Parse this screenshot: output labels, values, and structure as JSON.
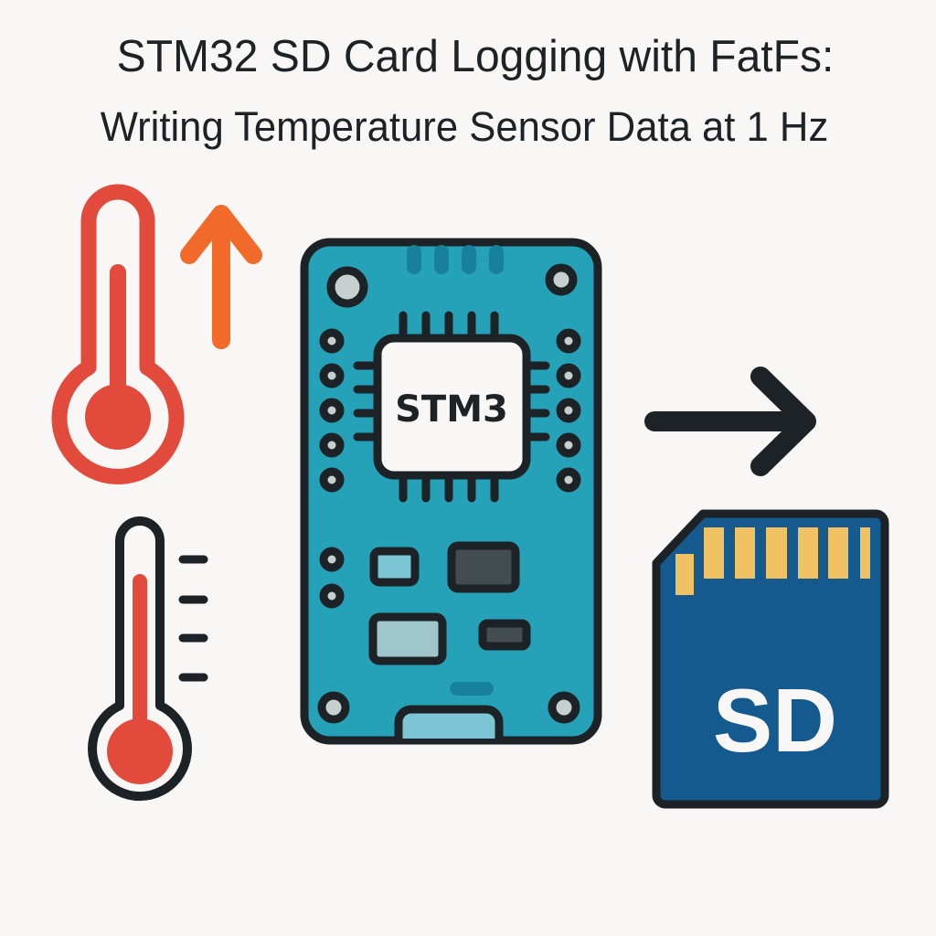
{
  "header": {
    "title_line1": "STM32 SD Card Logging with FatFs:",
    "title_line2": "Writing Temperature Sensor Data at 1 Hz"
  },
  "diagram": {
    "elements": [
      {
        "id": "thermometer-rising",
        "icon": "thermometer-icon",
        "color": "#e24b3b"
      },
      {
        "id": "temperature-up-arrow",
        "icon": "arrow-up-icon",
        "color": "#f26a2a"
      },
      {
        "id": "thermometer-scale",
        "icon": "thermometer-icon",
        "color": "#1c2226",
        "fill": "#e24b3b"
      },
      {
        "id": "stm32-board",
        "icon": "microcontroller-board-icon",
        "color": "#25a2b8"
      },
      {
        "id": "data-flow-arrow",
        "icon": "arrow-right-icon",
        "color": "#1c2226"
      },
      {
        "id": "sd-card",
        "icon": "sd-card-icon",
        "color": "#155a8f",
        "contacts_color": "#f0c261"
      }
    ],
    "chip_label": "STM3",
    "sd_label": "SD"
  },
  "colors": {
    "background": "#f8f7f5",
    "outline": "#1c2226",
    "board": "#25a2b8",
    "sd_blue": "#155a8f",
    "gold": "#f0c261",
    "red": "#e24b3b",
    "orange": "#f26a2a"
  }
}
